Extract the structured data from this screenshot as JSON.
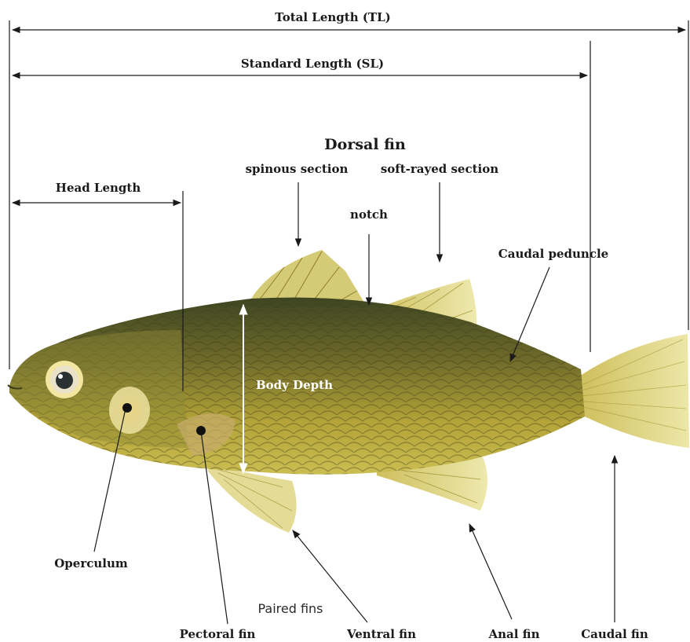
{
  "labels": {
    "total_length": "Total Length (TL)",
    "standard_length": "Standard Length (SL)",
    "dorsal_fin": "Dorsal fin",
    "spinous_section": "spinous section",
    "soft_rayed_section": "soft-rayed section",
    "head_length": "Head Length",
    "notch": "notch",
    "caudal_peduncle": "Caudal peduncle",
    "body_depth": "Body Depth",
    "operculum": "Operculum",
    "paired_fins": "Paired fins",
    "pectoral_fin": "Pectoral fin",
    "ventral_fin": "Ventral fin",
    "anal_fin": "Anal fin",
    "caudal_fin": "Caudal fin"
  },
  "colors": {
    "body_light": "#b8a838",
    "body_dark": "#5a5a28",
    "fin": "#d8cc6a",
    "line": "#1a1a1a"
  }
}
